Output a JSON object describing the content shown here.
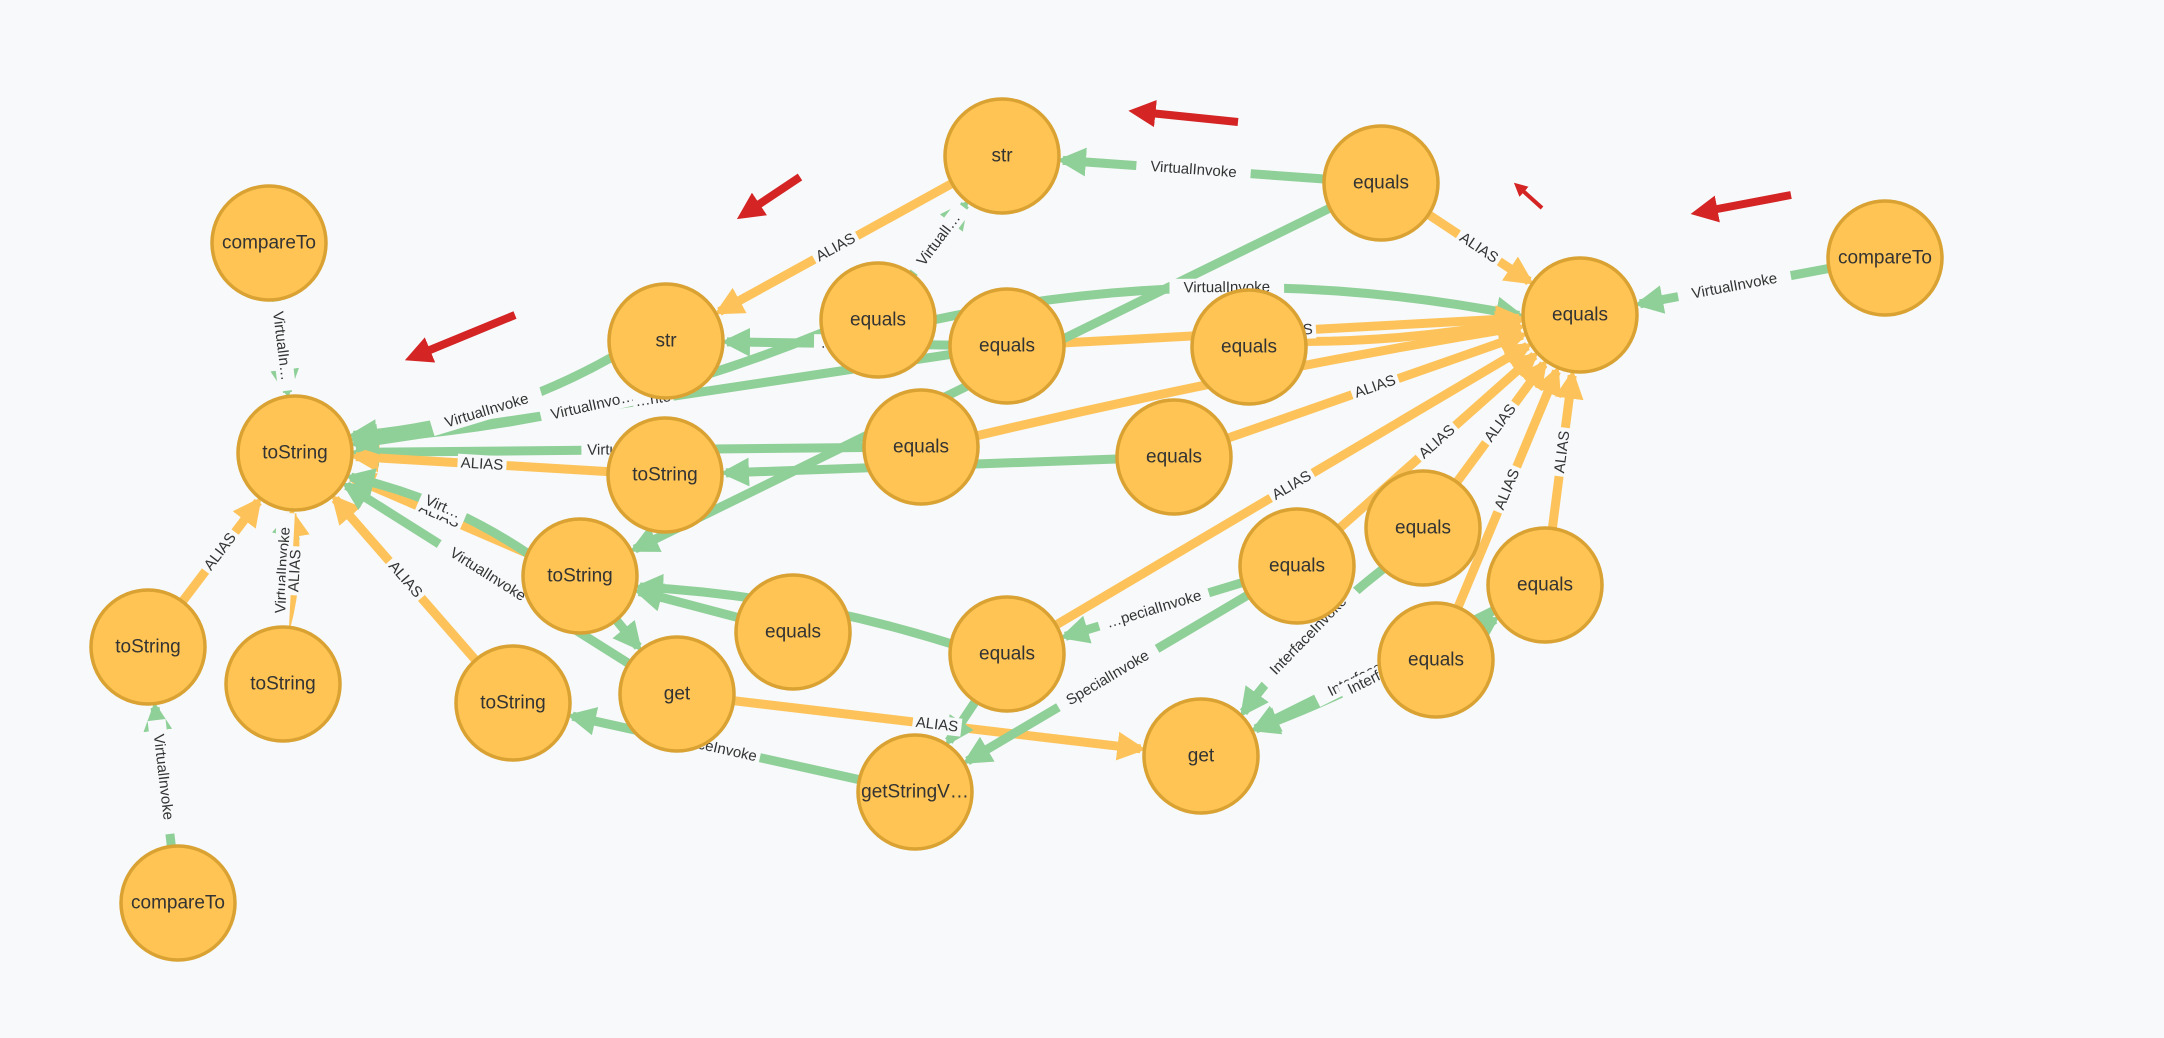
{
  "colors": {
    "background": "#f7f9fa",
    "node_fill": "#ffc454",
    "node_stroke": "#d9a232",
    "virtual_invoke": "#8fcf98",
    "alias": "#fdc35a",
    "annotation_arrow": "#d42424"
  },
  "nodes": [
    {
      "id": "n_cmp1",
      "label": "compareTo"
    },
    {
      "id": "n_ts1",
      "label": "toString"
    },
    {
      "id": "n_ts2",
      "label": "toString"
    },
    {
      "id": "n_ts3",
      "label": "toString"
    },
    {
      "id": "n_cmp2",
      "label": "compareTo"
    },
    {
      "id": "n_str1",
      "label": "str"
    },
    {
      "id": "n_str2",
      "label": "str"
    },
    {
      "id": "n_eq1",
      "label": "equals"
    },
    {
      "id": "n_eq2",
      "label": "equals"
    },
    {
      "id": "n_eq3",
      "label": "equals"
    },
    {
      "id": "n_eq4",
      "label": "equals"
    },
    {
      "id": "n_ts4",
      "label": "toString"
    },
    {
      "id": "n_eq5",
      "label": "equals"
    },
    {
      "id": "n_eq6",
      "label": "equals"
    },
    {
      "id": "n_hub",
      "label": "equals"
    },
    {
      "id": "n_cmp3",
      "label": "compareTo"
    },
    {
      "id": "n_ts5",
      "label": "toString"
    },
    {
      "id": "n_eq7",
      "label": "equals"
    },
    {
      "id": "n_ts6",
      "label": "toString"
    },
    {
      "id": "n_get1",
      "label": "get"
    },
    {
      "id": "n_eq8",
      "label": "equals"
    },
    {
      "id": "n_eq9",
      "label": "equals"
    },
    {
      "id": "n_eq10",
      "label": "equals"
    },
    {
      "id": "n_eq11",
      "label": "equals"
    },
    {
      "id": "n_eq12",
      "label": "equals"
    },
    {
      "id": "n_getsv",
      "label": "getStringV…"
    },
    {
      "id": "n_get2",
      "label": "get"
    }
  ],
  "edges": [
    {
      "from": "n_cmp1",
      "to": "n_ts1",
      "type": "virtual",
      "label": "VirtualIn…"
    },
    {
      "from": "n_ts2",
      "to": "n_ts1",
      "type": "alias",
      "label": "ALIAS"
    },
    {
      "from": "n_ts3",
      "to": "n_ts1",
      "type": "virtual",
      "label": "VirtualInvoke"
    },
    {
      "from": "n_ts3",
      "to": "n_ts1",
      "type": "alias",
      "label": "ALIAS"
    },
    {
      "from": "n_cmp2",
      "to": "n_ts2",
      "type": "virtual",
      "label": "VirtualInvoke"
    },
    {
      "from": "n_str2",
      "to": "n_ts1",
      "type": "virtual",
      "label": "VirtualInvoke"
    },
    {
      "from": "n_eq1",
      "to": "n_ts1",
      "type": "virtual",
      "label": "VirtualInvo…"
    },
    {
      "from": "n_eq5",
      "to": "n_ts1",
      "type": "virtual",
      "label": "Virtu…"
    },
    {
      "from": "n_ts4",
      "to": "n_ts1",
      "type": "alias",
      "label": "ALIAS"
    },
    {
      "from": "n_ts5",
      "to": "n_ts1",
      "type": "alias",
      "label": "ALIAS"
    },
    {
      "from": "n_ts5",
      "to": "n_ts1",
      "type": "virtual",
      "label": "Virt…"
    },
    {
      "from": "n_ts6",
      "to": "n_ts1",
      "type": "alias",
      "label": "ALIAS"
    },
    {
      "from": "n_get1",
      "to": "n_ts1",
      "type": "virtual",
      "label": "VirtualInvoke"
    },
    {
      "from": "n_str1",
      "to": "n_str2",
      "type": "alias",
      "label": "ALIAS"
    },
    {
      "from": "n_eq1",
      "to": "n_str1",
      "type": "virtual",
      "label": "VirtualI…"
    },
    {
      "from": "n_eq2",
      "to": "n_str1",
      "type": "virtual",
      "label": "VirtualInvoke"
    },
    {
      "from": "n_eq2",
      "to": "n_hub",
      "type": "alias",
      "label": "ALIAS"
    },
    {
      "from": "n_eq1",
      "to": "n_hub",
      "type": "virtual",
      "label": "VirtualInvoke"
    },
    {
      "from": "n_cmp3",
      "to": "n_hub",
      "type": "virtual",
      "label": "VirtualInvoke"
    },
    {
      "from": "n_eq3",
      "to": "n_hub",
      "type": "alias",
      "label": "ALIAS"
    },
    {
      "from": "n_eq4",
      "to": "n_hub",
      "type": "alias",
      "label": ""
    },
    {
      "from": "n_eq5",
      "to": "n_hub",
      "type": "alias",
      "label": ""
    },
    {
      "from": "n_eq6",
      "to": "n_hub",
      "type": "alias",
      "label": "ALIAS"
    },
    {
      "from": "n_eq8",
      "to": "n_hub",
      "type": "alias",
      "label": "ALIAS"
    },
    {
      "from": "n_eq9",
      "to": "n_hub",
      "type": "alias",
      "label": "ALIAS"
    },
    {
      "from": "n_eq10",
      "to": "n_hub",
      "type": "alias",
      "label": "ALIAS"
    },
    {
      "from": "n_eq11",
      "to": "n_hub",
      "type": "alias",
      "label": "ALIAS"
    },
    {
      "from": "n_eq12",
      "to": "n_hub",
      "type": "alias",
      "label": "ALIAS"
    },
    {
      "from": "n_eq2",
      "to": "n_ts5",
      "type": "virtual",
      "label": ""
    },
    {
      "from": "n_eq3",
      "to": "n_str2",
      "type": "virtual",
      "label": "…irtu"
    },
    {
      "from": "n_eq6",
      "to": "n_ts4",
      "type": "virtual",
      "label": ""
    },
    {
      "from": "n_eq7",
      "to": "n_ts5",
      "type": "virtual",
      "label": ""
    },
    {
      "from": "n_eq8",
      "to": "n_ts5",
      "type": "virtual",
      "label": ""
    },
    {
      "from": "n_eq3",
      "to": "n_ts1",
      "type": "virtual",
      "label": "…nte"
    },
    {
      "from": "n_ts5",
      "to": "n_get1",
      "type": "virtual",
      "label": ""
    },
    {
      "from": "n_get1",
      "to": "n_get2",
      "type": "alias",
      "label": "ALIAS"
    },
    {
      "from": "n_getsv",
      "to": "n_ts6",
      "type": "virtual",
      "label": "…aceInvoke"
    },
    {
      "from": "n_eq8",
      "to": "n_getsv",
      "type": "virtual",
      "label": ""
    },
    {
      "from": "n_eq9",
      "to": "n_eq8",
      "type": "virtual",
      "label": "…pecialInvoke"
    },
    {
      "from": "n_eq9",
      "to": "n_getsv",
      "type": "virtual",
      "label": "SpecialInvoke"
    },
    {
      "from": "n_eq10",
      "to": "n_get2",
      "type": "virtual",
      "label": "InterfaceInvoke"
    },
    {
      "from": "n_eq11",
      "to": "n_get2",
      "type": "virtual",
      "label": "InterfaceInvoke"
    },
    {
      "from": "n_eq11",
      "to": "n_get2",
      "type": "virtual",
      "label": "Interfac…"
    },
    {
      "from": "n_eq12",
      "to": "n_eq11",
      "type": "virtual",
      "label": ""
    }
  ]
}
